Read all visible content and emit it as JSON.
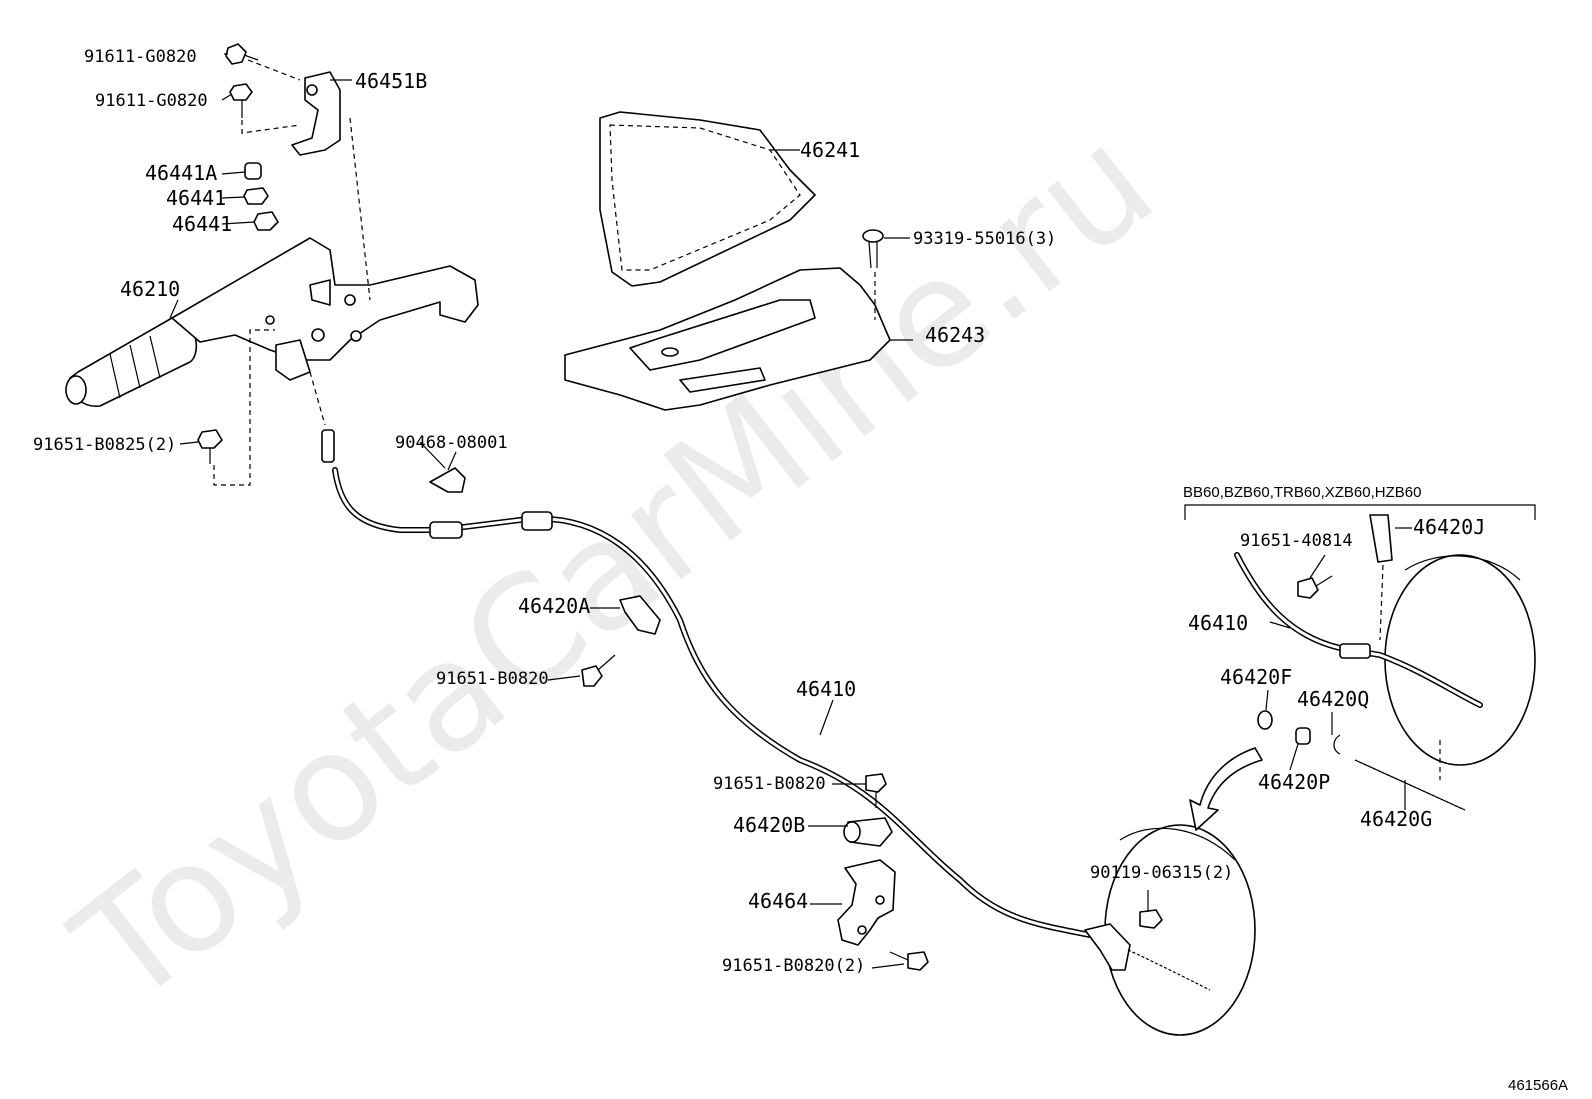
{
  "watermark": "ToyotaCarMine.ru",
  "figure_id": "461566A",
  "variant_note": "BB60,BZB60,TRB60,XZB60,HZB60",
  "labels": {
    "p91611_a": "91611-G0820",
    "p91611_b": "91611-G0820",
    "p46451B": "46451B",
    "p46441A": "46441A",
    "p46441_a": "46441",
    "p46441_b": "46441",
    "p46210": "46210",
    "p91651_b0825": "91651-B0825(2)",
    "p90468": "90468-08001",
    "p46241": "46241",
    "p93319": "93319-55016(3)",
    "p46243": "46243",
    "p46420A": "46420A",
    "p91651_b0820_a": "91651-B0820",
    "p46410_main": "46410",
    "p91651_b0820_b": "91651-B0820",
    "p46420B": "46420B",
    "p46464": "46464",
    "p91651_b0820_2": "91651-B0820(2)",
    "p90119": "90119-06315(2)",
    "p91651_40814": "91651-40814",
    "p46420J": "46420J",
    "p46410_detail": "46410",
    "p46420F": "46420F",
    "p46420Q": "46420Q",
    "p46420P": "46420P",
    "p46420G": "46420G"
  },
  "colors": {
    "line": "#000000",
    "background": "#ffffff",
    "watermark": "#c8c8c8"
  }
}
